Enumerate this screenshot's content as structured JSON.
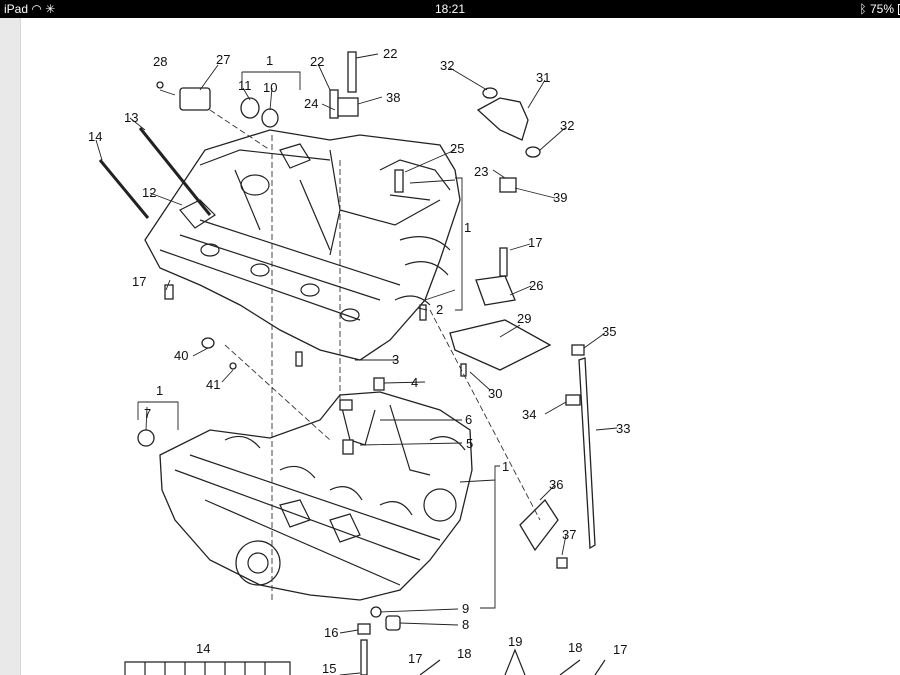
{
  "statusbar": {
    "device": "iPad",
    "time": "18:21",
    "battery": "75%"
  },
  "callouts": [
    "28",
    "27",
    "1",
    "11",
    "10",
    "22",
    "22",
    "24",
    "38",
    "32",
    "31",
    "32",
    "13",
    "14",
    "12",
    "25",
    "23",
    "39",
    "1",
    "17",
    "17",
    "26",
    "29",
    "2",
    "35",
    "40",
    "3",
    "41",
    "4",
    "30",
    "1",
    "7",
    "34",
    "33",
    "6",
    "5",
    "1",
    "36",
    "37",
    "9",
    "8",
    "16",
    "14",
    "15",
    "17",
    "18",
    "19",
    "18",
    "17"
  ]
}
